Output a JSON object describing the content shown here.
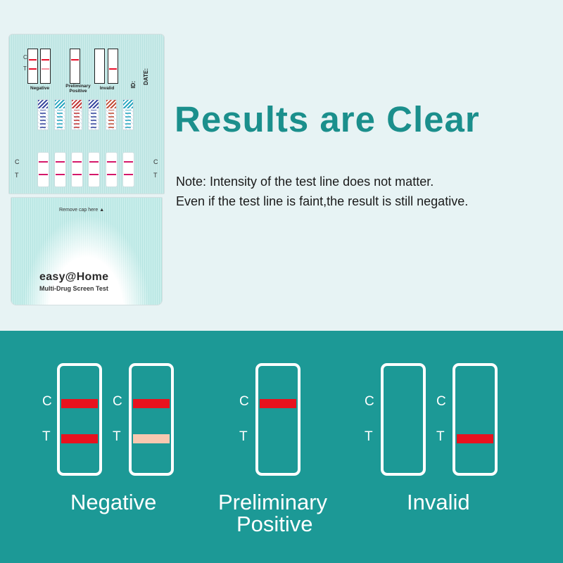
{
  "headline": "Results are Clear",
  "note": {
    "line1": "Note: Intensity of the test line does not matter.",
    "line2": "Even if the test line is faint,the result is still negative."
  },
  "device": {
    "mini_chart": {
      "c_label": "C",
      "t_label": "T",
      "negative_label": "Negative",
      "preliminary_positive_label": "Preliminary\nPositive",
      "invalid_label": "Invalid",
      "id_label": "ID:",
      "date_label": "DATE:"
    },
    "c_label": "C",
    "t_label": "T",
    "remove_cap": "Remove cap here ▲",
    "brand": "easy@Home",
    "product": "Multi-Drug Screen Test",
    "pad_colors": [
      "#3b4aa0",
      "#2aa7c0",
      "#c23a3a",
      "#3b4aa0",
      "#c2503a",
      "#2aa7c0"
    ]
  },
  "results": {
    "c_label": "C",
    "t_label": "T",
    "negative_label": "Negative",
    "preliminary_positive_label_line1": "Preliminary",
    "preliminary_positive_label_line2": "Positive",
    "invalid_label": "Invalid"
  },
  "colors": {
    "teal_dark": "#1c9996",
    "headline": "#1b8f8c",
    "line_red": "#e8121e",
    "line_faint": "#f8c8b0"
  }
}
